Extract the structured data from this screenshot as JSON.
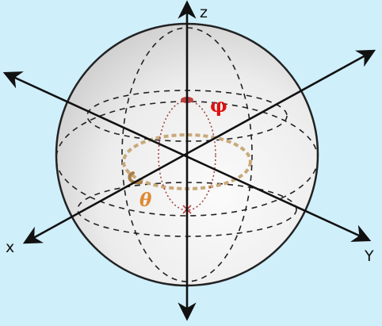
{
  "diagram": {
    "axes": {
      "z_label": "z",
      "x_label": "x",
      "y_label": "Y"
    },
    "angles": {
      "phi_label": "φ",
      "theta_label": "θ"
    },
    "colors": {
      "background": "#cfeffb",
      "sphere_fill": "#eeeeee",
      "phi_color": "#e01010",
      "theta_color": "#de8a32",
      "phi_path_color": "#9b3b3b",
      "theta_path_color": "#c9a87a"
    }
  }
}
